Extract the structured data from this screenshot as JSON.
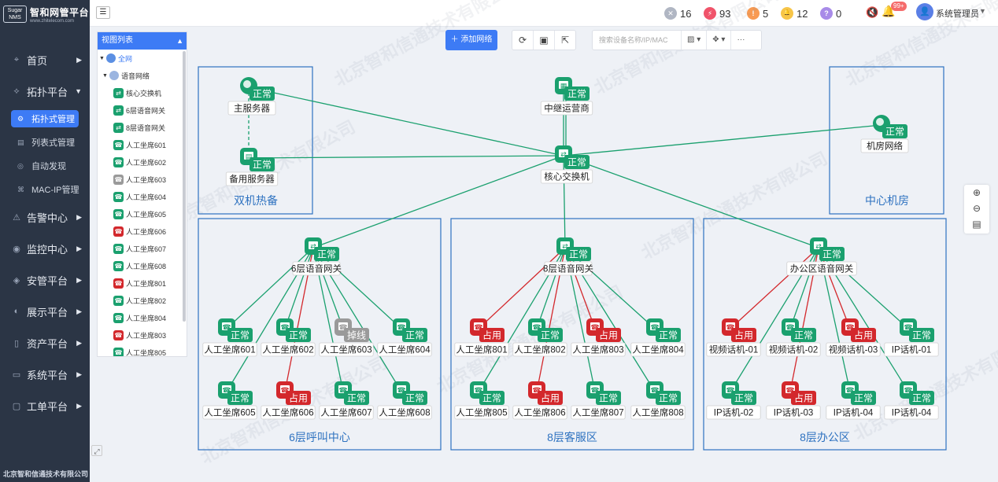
{
  "app": {
    "name": "智和网管平台",
    "logo_mark": "Sugar NMS",
    "url": "www.zhitelecom.com",
    "footer": "北京智和信通技术有限公司"
  },
  "sidebar": {
    "items": [
      {
        "label": "首页",
        "icon": "target-icon"
      },
      {
        "label": "拓扑平台",
        "icon": "topology-icon"
      },
      {
        "label": "告警中心",
        "icon": "alarm-icon"
      },
      {
        "label": "监控中心",
        "icon": "monitor-icon"
      },
      {
        "label": "安管平台",
        "icon": "security-icon"
      },
      {
        "label": "展示平台",
        "icon": "display-icon"
      },
      {
        "label": "资产平台",
        "icon": "asset-icon"
      },
      {
        "label": "系统平台",
        "icon": "system-icon"
      },
      {
        "label": "工单平台",
        "icon": "ticket-icon"
      }
    ],
    "sub_items": [
      {
        "label": "拓扑式管理",
        "active": true
      },
      {
        "label": "列表式管理"
      },
      {
        "label": "自动发现"
      },
      {
        "label": "MAC-IP管理"
      }
    ]
  },
  "topbar": {
    "stats": [
      {
        "value": "16",
        "color": "#b0b6c3",
        "symbol": "✕"
      },
      {
        "value": "93",
        "color": "#f0536a",
        "symbol": "⚡"
      },
      {
        "value": "5",
        "color": "#f89a52",
        "symbol": "!"
      },
      {
        "value": "12",
        "color": "#f7c548",
        "symbol": "🔔"
      },
      {
        "value": "0",
        "color": "#a88be8",
        "symbol": "?"
      }
    ],
    "bell_badge": "99+",
    "user": "系统管理员"
  },
  "viewlist": {
    "title": "视图列表",
    "root": "全网",
    "group": "语音网络",
    "items": [
      {
        "label": "核心交换机",
        "status": "g",
        "symbol": "⇄"
      },
      {
        "label": "6层语音网关",
        "status": "g",
        "symbol": "⇄"
      },
      {
        "label": "8层语音网关",
        "status": "g",
        "symbol": "⇄"
      },
      {
        "label": "人工坐席601",
        "status": "g",
        "symbol": "☎"
      },
      {
        "label": "人工坐席602",
        "status": "g",
        "symbol": "☎"
      },
      {
        "label": "人工坐席603",
        "status": "gr",
        "symbol": "☎"
      },
      {
        "label": "人工坐席604",
        "status": "g",
        "symbol": "☎"
      },
      {
        "label": "人工坐席605",
        "status": "g",
        "symbol": "☎"
      },
      {
        "label": "人工坐席606",
        "status": "r",
        "symbol": "☎"
      },
      {
        "label": "人工坐席607",
        "status": "g",
        "symbol": "☎"
      },
      {
        "label": "人工坐席608",
        "status": "g",
        "symbol": "☎"
      },
      {
        "label": "人工坐席801",
        "status": "r",
        "symbol": "☎"
      },
      {
        "label": "人工坐席802",
        "status": "g",
        "symbol": "☎"
      },
      {
        "label": "人工坐席804",
        "status": "g",
        "symbol": "☎"
      },
      {
        "label": "人工坐席803",
        "status": "r",
        "symbol": "☎"
      },
      {
        "label": "人工坐席805",
        "status": "g",
        "symbol": "☎"
      }
    ]
  },
  "toolbar": {
    "add_network": "添加网络",
    "search_placeholder": "搜索设备名称/IP/MAC"
  },
  "colors": {
    "normal": "#1aa06e",
    "busy": "#d3282c",
    "offline": "#9a9a9a",
    "group": "#2e72c0",
    "accent": "#3d7bf5"
  },
  "status_text": {
    "normal": "正常",
    "busy": "占用",
    "offline": "掉线"
  },
  "watermark": "北京智和信通技术有限公司",
  "topology": {
    "groups": [
      {
        "id": "ha",
        "title": "双机热备"
      },
      {
        "id": "center",
        "title": "中心机房"
      },
      {
        "id": "f6",
        "title": "6层呼叫中心"
      },
      {
        "id": "f8",
        "title": "8层客服区"
      },
      {
        "id": "office",
        "title": "8层办公区"
      }
    ],
    "nodes": [
      {
        "id": "main_srv",
        "label": "主服务器",
        "type": "server",
        "status": "normal"
      },
      {
        "id": "bak_srv",
        "label": "备用服务器",
        "type": "server2",
        "status": "normal"
      },
      {
        "id": "relay",
        "label": "中继运营商",
        "type": "router",
        "status": "normal"
      },
      {
        "id": "core",
        "label": "核心交换机",
        "type": "switch",
        "status": "normal"
      },
      {
        "id": "room",
        "label": "机房网络",
        "type": "cloud",
        "status": "normal"
      },
      {
        "id": "gw6",
        "label": "6层语音网关",
        "type": "gateway",
        "status": "normal"
      },
      {
        "id": "gw8",
        "label": "8层语音网关",
        "type": "gateway",
        "status": "normal"
      },
      {
        "id": "gwo",
        "label": "办公区语音网关",
        "type": "gateway",
        "status": "normal"
      },
      {
        "id": "s601",
        "label": "人工坐席601",
        "type": "phone",
        "status": "normal"
      },
      {
        "id": "s602",
        "label": "人工坐席602",
        "type": "phone",
        "status": "normal"
      },
      {
        "id": "s603",
        "label": "人工坐席603",
        "type": "phone",
        "status": "offline"
      },
      {
        "id": "s604",
        "label": "人工坐席604",
        "type": "phone",
        "status": "normal"
      },
      {
        "id": "s605",
        "label": "人工坐席605",
        "type": "phone",
        "status": "normal"
      },
      {
        "id": "s606",
        "label": "人工坐席606",
        "type": "phone",
        "status": "busy"
      },
      {
        "id": "s607",
        "label": "人工坐席607",
        "type": "phone",
        "status": "normal"
      },
      {
        "id": "s608",
        "label": "人工坐席608",
        "type": "phone",
        "status": "normal"
      },
      {
        "id": "s801",
        "label": "人工坐席801",
        "type": "phone",
        "status": "busy"
      },
      {
        "id": "s802",
        "label": "人工坐席802",
        "type": "phone",
        "status": "normal"
      },
      {
        "id": "s803",
        "label": "人工坐席803",
        "type": "phone",
        "status": "busy"
      },
      {
        "id": "s804",
        "label": "人工坐席804",
        "type": "phone",
        "status": "normal"
      },
      {
        "id": "s805",
        "label": "人工坐席805",
        "type": "phone",
        "status": "normal"
      },
      {
        "id": "s806",
        "label": "人工坐席806",
        "type": "phone",
        "status": "busy"
      },
      {
        "id": "s807",
        "label": "人工坐席807",
        "type": "phone",
        "status": "normal"
      },
      {
        "id": "s808",
        "label": "人工坐席808",
        "type": "phone",
        "status": "normal"
      },
      {
        "id": "v1",
        "label": "视频话机-01",
        "type": "phone",
        "status": "busy"
      },
      {
        "id": "v2",
        "label": "视频话机-02",
        "type": "phone",
        "status": "normal"
      },
      {
        "id": "v3",
        "label": "视频话机-03",
        "type": "phone",
        "status": "busy"
      },
      {
        "id": "ip1",
        "label": "IP话机-01",
        "type": "phone",
        "status": "normal"
      },
      {
        "id": "ip2",
        "label": "IP话机-02",
        "type": "phone",
        "status": "normal"
      },
      {
        "id": "ip3",
        "label": "IP话机-03",
        "type": "phone",
        "status": "busy"
      },
      {
        "id": "ip4a",
        "label": "IP话机-04",
        "type": "phone",
        "status": "normal"
      },
      {
        "id": "ip4b",
        "label": "IP话机-04",
        "type": "phone",
        "status": "normal"
      }
    ],
    "links": [
      [
        "main_srv",
        "core"
      ],
      [
        "bak_srv",
        "core"
      ],
      [
        "relay",
        "core"
      ],
      [
        "room",
        "core"
      ],
      [
        "core",
        "gw6"
      ],
      [
        "core",
        "gw8"
      ],
      [
        "core",
        "gwo"
      ],
      [
        "main_srv",
        "bak_srv",
        "dashed"
      ],
      [
        "gw6",
        "s601"
      ],
      [
        "gw6",
        "s602"
      ],
      [
        "gw6",
        "s603"
      ],
      [
        "gw6",
        "s604"
      ],
      [
        "gw6",
        "s605"
      ],
      [
        "gw6",
        "s606"
      ],
      [
        "gw6",
        "s607"
      ],
      [
        "gw6",
        "s608"
      ],
      [
        "gw8",
        "s801"
      ],
      [
        "gw8",
        "s802"
      ],
      [
        "gw8",
        "s803"
      ],
      [
        "gw8",
        "s804"
      ],
      [
        "gw8",
        "s805"
      ],
      [
        "gw8",
        "s806"
      ],
      [
        "gw8",
        "s807"
      ],
      [
        "gw8",
        "s808"
      ],
      [
        "gwo",
        "v1"
      ],
      [
        "gwo",
        "v2"
      ],
      [
        "gwo",
        "v3"
      ],
      [
        "gwo",
        "ip1"
      ],
      [
        "gwo",
        "ip2"
      ],
      [
        "gwo",
        "ip3"
      ],
      [
        "gwo",
        "ip4a"
      ],
      [
        "gwo",
        "ip4b"
      ]
    ]
  }
}
